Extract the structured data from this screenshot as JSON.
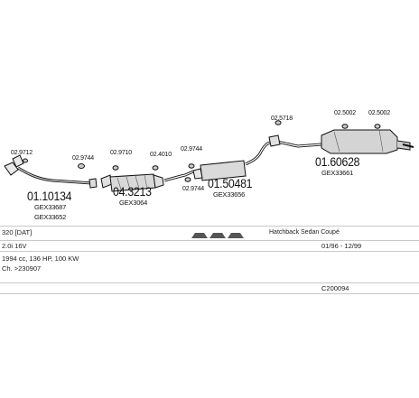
{
  "parts": {
    "big_codes": {
      "c1": "01.10134",
      "c2": "04.3213",
      "c3": "01.50481",
      "c4": "01.60628"
    },
    "small_codes": {
      "s1": "02.9712",
      "s2": "02.9744",
      "s3": "02.9710",
      "s4": "02.4010",
      "s5": "02.9744",
      "s6": "02.9744",
      "s7": "02.5718",
      "s8": "02.5002",
      "s9": "02.5002"
    },
    "gex_codes": {
      "g1": "GEX33687",
      "g2": "GEX33652",
      "g3": "GEX3064",
      "g4": "GEX33656",
      "g5": "GEX33661"
    }
  },
  "info": {
    "model": "320 [DAT]",
    "body_types": "Hatchback Sedan Coupé",
    "engine": "2.0i 16V",
    "period": "01/96 - 12/99",
    "specs": "1994 cc, 136 HP, 100 KW",
    "chassis": "Ch. >230907",
    "catalog_number": "C200094"
  }
}
